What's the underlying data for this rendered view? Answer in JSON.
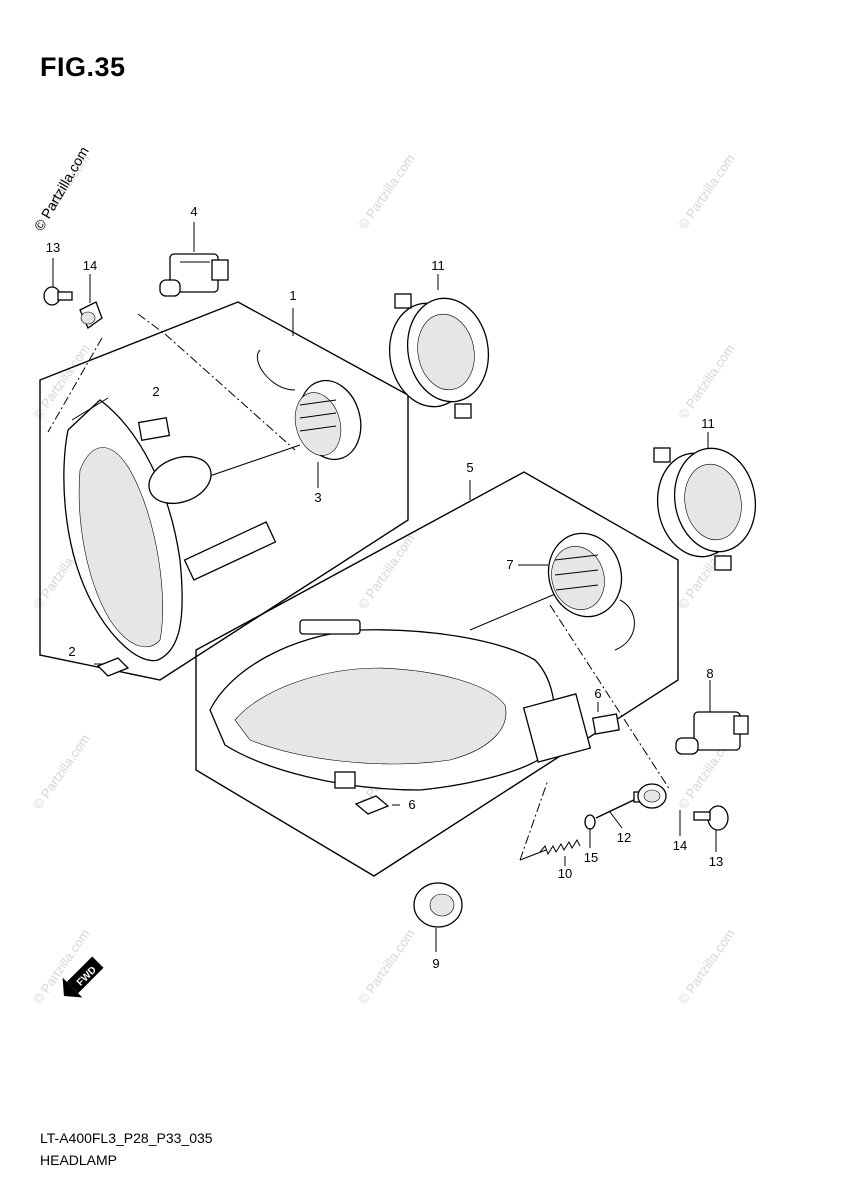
{
  "figure_title": "FIG.35",
  "diagram_code": "LT-A400FL3_P28_P33_035",
  "diagram_name": "HEADLAMP",
  "watermark": "© Partzilla.com",
  "fwd_label": "FWD",
  "callouts": {
    "c1": "1",
    "c2a": "2",
    "c2b": "2",
    "c3": "3",
    "c4": "4",
    "c5": "5",
    "c6a": "6",
    "c6b": "6",
    "c7": "7",
    "c8": "8",
    "c9": "9",
    "c10": "10",
    "c11a": "11",
    "c11b": "11",
    "c12": "12",
    "c13a": "13",
    "c13b": "13",
    "c14a": "14",
    "c14b": "14",
    "c15": "15"
  }
}
